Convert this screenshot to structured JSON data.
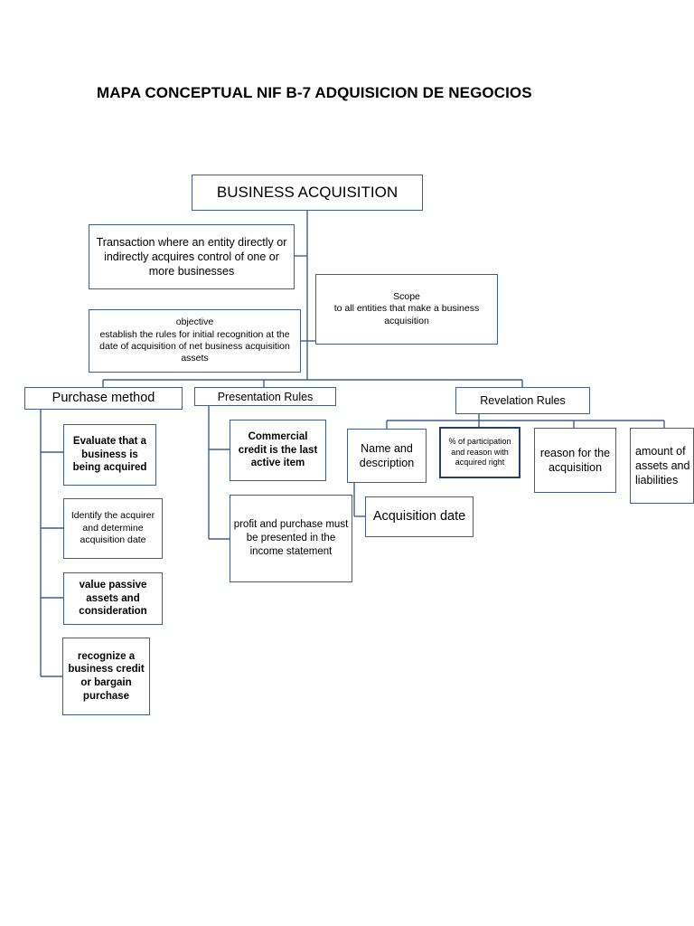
{
  "title": "MAPA CONCEPTUAL NIF B-7 ADQUISICION DE NEGOCIOS",
  "nodes": {
    "root": "BUSINESS ACQUISITION",
    "definition": "Transaction where an entity directly or indirectly acquires control of one or more businesses",
    "scope_heading": "Scope",
    "scope_text": "to all entities that make a business acquisition",
    "objective_heading": "objective",
    "objective_text": "establish the rules for initial recognition at the date of acquisition of net business acquisition assets",
    "purchase_method": "Purchase method",
    "presentation_rules": "Presentation Rules",
    "revelation_rules": "Revelation Rules",
    "purchase_steps": [
      "Evaluate that a business is being acquired",
      "Identify the acquirer and determine acquisition date",
      "value passive assets and consideration",
      "recognize a business credit or bargain purchase"
    ],
    "presentation_items": [
      "Commercial credit is the last active item",
      "profit and purchase must be presented in the income statement"
    ],
    "revelation_items": [
      "Name and description",
      "% of participation and reason with acquired right",
      "reason for the acquisition",
      "amount of assets and liabilities"
    ],
    "acquisition_date": "Acquisition date"
  }
}
